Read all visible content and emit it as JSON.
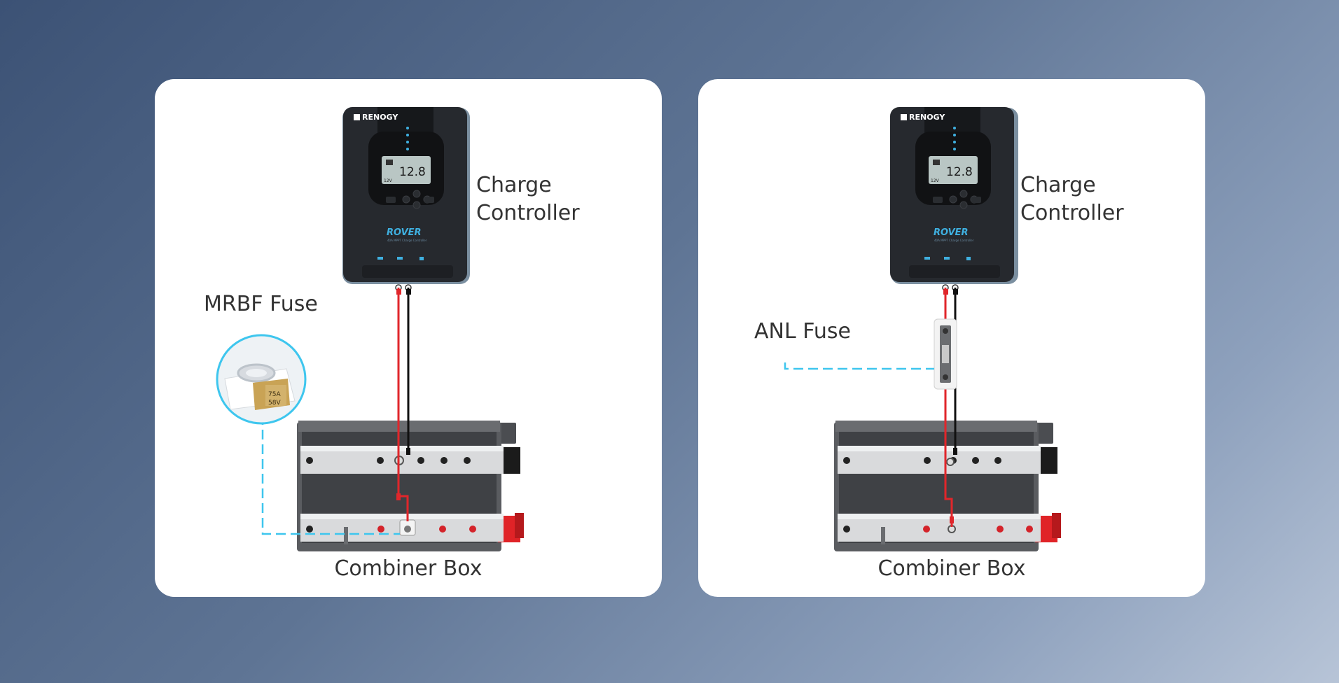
{
  "panels": [
    {
      "id": "left",
      "controller": {
        "brand": "RENOGY",
        "model": "ROVER",
        "subtitle": "40A MPPT Charge Controller",
        "display_value": "12.8",
        "display_unit": "12V",
        "label_line1": "Charge",
        "label_line2": "Controller"
      },
      "fuse": {
        "label": "MRBF Fuse",
        "rating_amps": "75A",
        "rating_volts": "58V"
      },
      "combiner": {
        "label": "Combiner Box"
      }
    },
    {
      "id": "right",
      "controller": {
        "brand": "RENOGY",
        "model": "ROVER",
        "subtitle": "40A MPPT Charge Controller",
        "display_value": "12.8",
        "display_unit": "12V",
        "label_line1": "Charge",
        "label_line2": "Controller"
      },
      "fuse": {
        "label": "ANL Fuse"
      },
      "combiner": {
        "label": "Combiner Box"
      }
    }
  ],
  "colors": {
    "background_start": "#3c5275",
    "background_end": "#b7c4d7",
    "panel": "#ffffff",
    "positive_wire": "#e0262b",
    "negative_wire": "#111111",
    "leader_line": "#3ec6ee",
    "controller_body": "#26292e",
    "lcd": "#b9c6c4",
    "accent": "#3fb0e0"
  }
}
